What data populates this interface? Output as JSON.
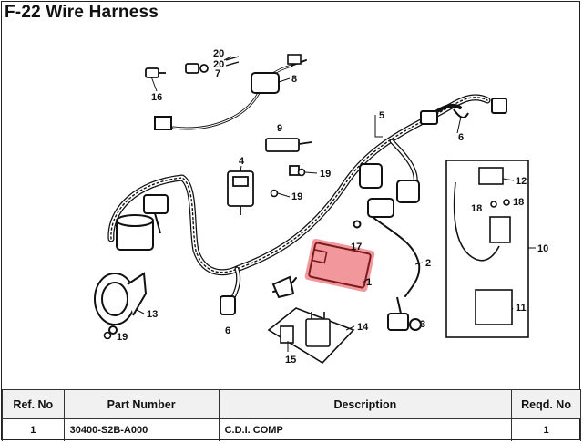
{
  "title": "F-22 Wire Harness",
  "callouts": [
    "20",
    "20",
    "7",
    "16",
    "8",
    "5",
    "6",
    "9",
    "4",
    "19",
    "19",
    "12",
    "18",
    "18",
    "17",
    "10",
    "2",
    "1",
    "13",
    "6",
    "14",
    "3",
    "11",
    "19",
    "15"
  ],
  "table": {
    "headers": {
      "ref": "Ref. No",
      "part": "Part Number",
      "desc": "Description",
      "qty": "Reqd. No"
    },
    "rows": [
      {
        "ref": "1",
        "part": "30400-S2B-A000",
        "desc": "C.D.I. COMP",
        "qty": "1"
      }
    ]
  },
  "colors": {
    "highlight": "#e8434a",
    "ink": "#111111"
  },
  "icons": [
    "wire-harness-icon",
    "cdi-unit-icon",
    "horn-icon",
    "relay-icon",
    "ignition-coil-icon",
    "connector-icon",
    "bolt-icon"
  ]
}
